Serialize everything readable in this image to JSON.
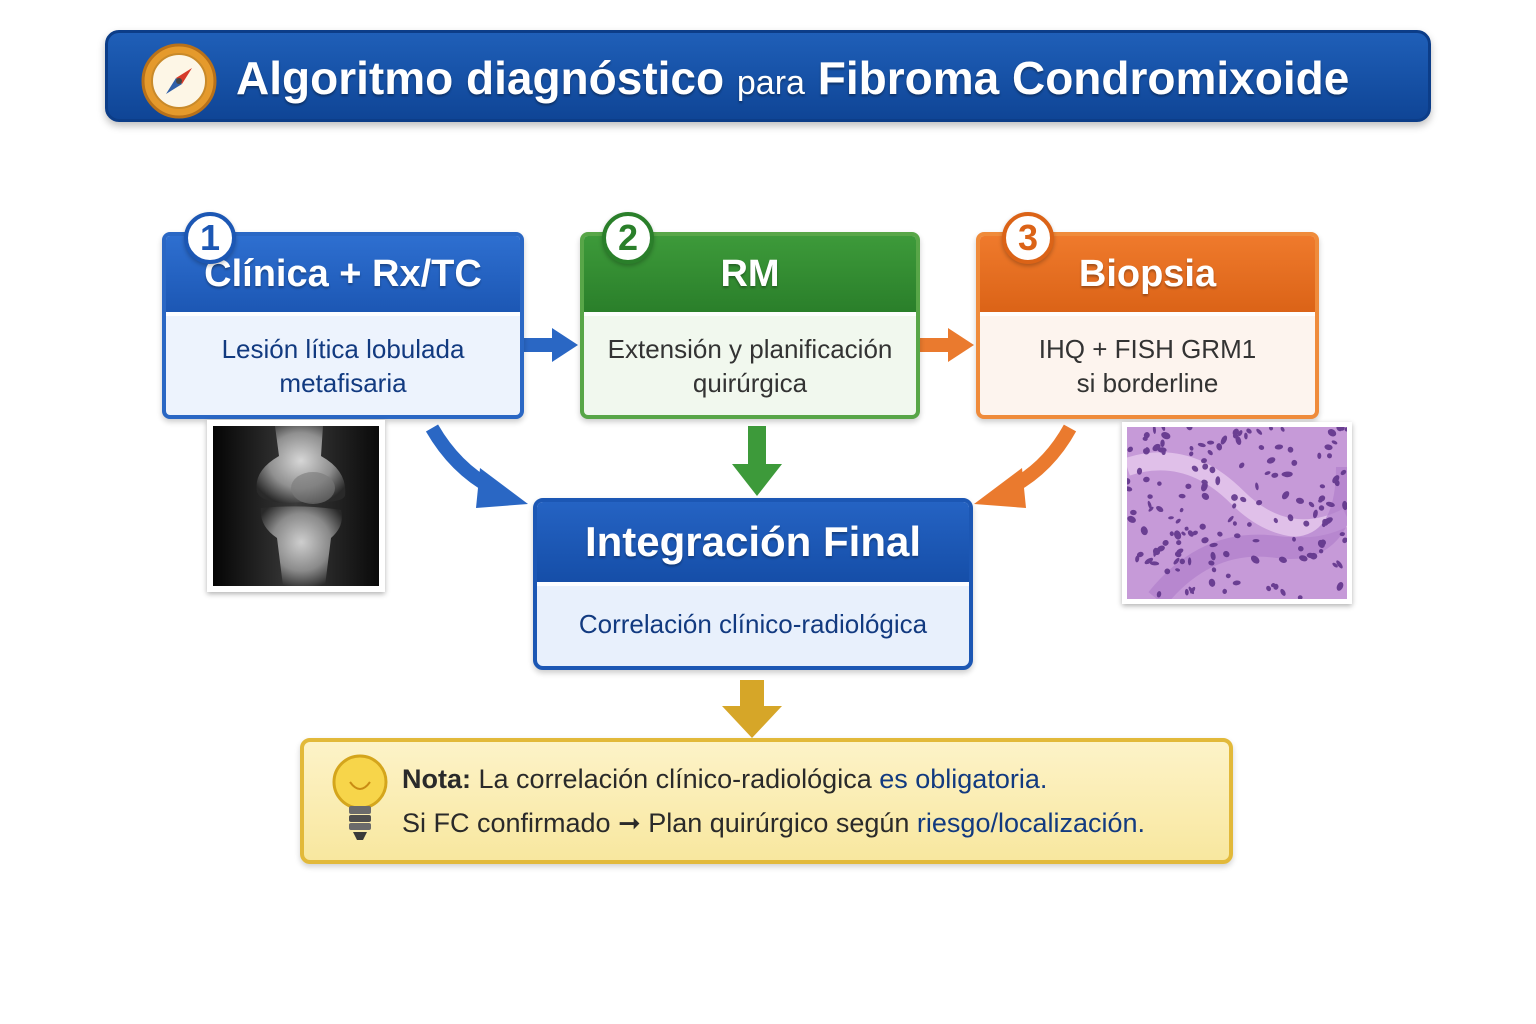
{
  "title": {
    "part1": "Algoritmo diagnóstico",
    "part2": "para",
    "part3": "Fibroma Condromixoide",
    "icon": "compass-icon"
  },
  "steps": [
    {
      "number": "1",
      "title": "Clínica + Rx/TC",
      "line1": "Lesión lítica lobulada",
      "line2": "metafisaria",
      "color": "#1c57b4"
    },
    {
      "number": "2",
      "title": "RM",
      "line1": "Extensión y planificación",
      "line2": "quirúrgica",
      "color": "#2a7f2a"
    },
    {
      "number": "3",
      "title": "Biopsia",
      "line1": "IHQ + FISH GRM1",
      "line2": "si borderline",
      "color": "#db6317"
    }
  ],
  "final": {
    "title": "Integración Final",
    "subtitle": "Correlación clínico-radiológica",
    "color": "#154ea8"
  },
  "images": {
    "xray": "radiograph-image",
    "histology": "histology-image"
  },
  "note": {
    "icon": "lightbulb-icon",
    "label": "Nota:",
    "line1_a": "La correlación clínico-radiológica",
    "line1_b": "es obligatoria.",
    "line2_a": "Si FC confirmado",
    "line2_arrow": "➞",
    "line2_b": "Plan quirúrgico según",
    "line2_c": "riesgo/localización.",
    "color": "#e2b93a"
  }
}
